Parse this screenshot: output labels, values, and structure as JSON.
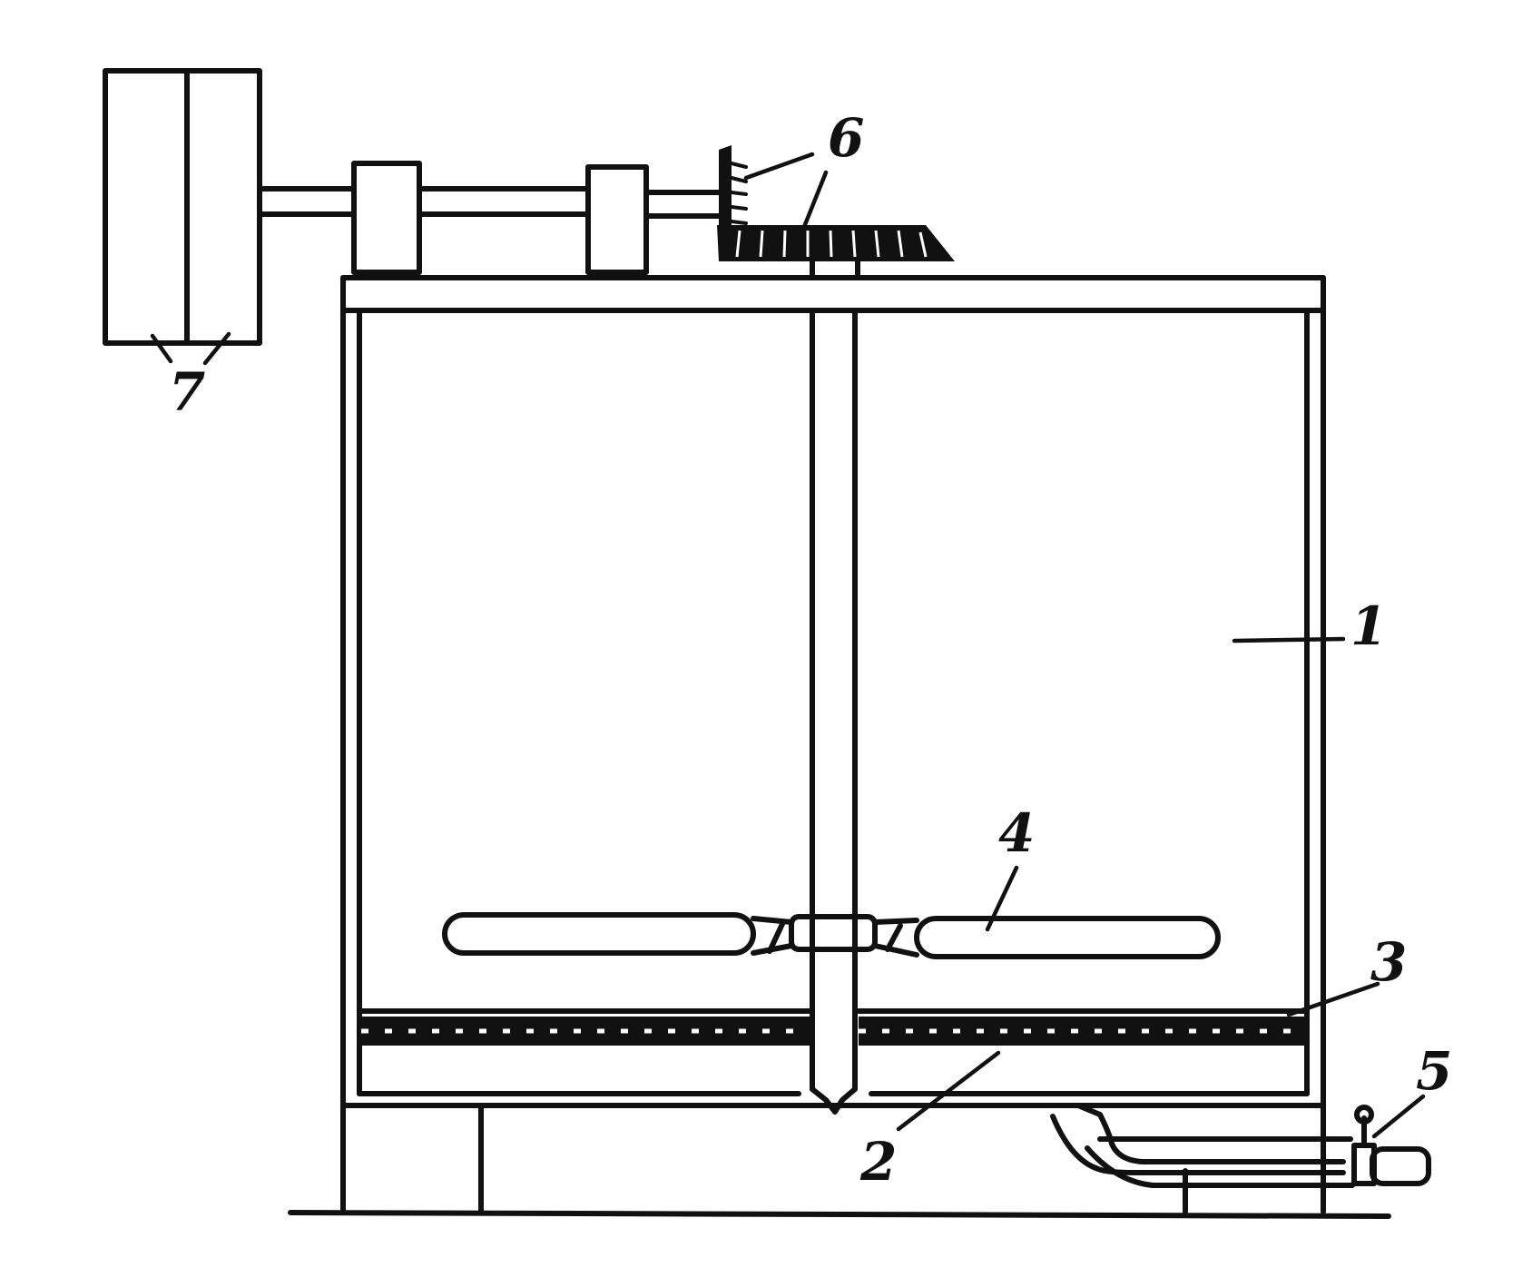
{
  "colors": {
    "ink": "#111111",
    "paper": "#ffffff"
  },
  "callouts": {
    "tank": "1",
    "bottom_plate": "2",
    "mesh_layer": "3",
    "impeller": "4",
    "valve": "5",
    "bevel_gears": "6",
    "motor": "7"
  }
}
